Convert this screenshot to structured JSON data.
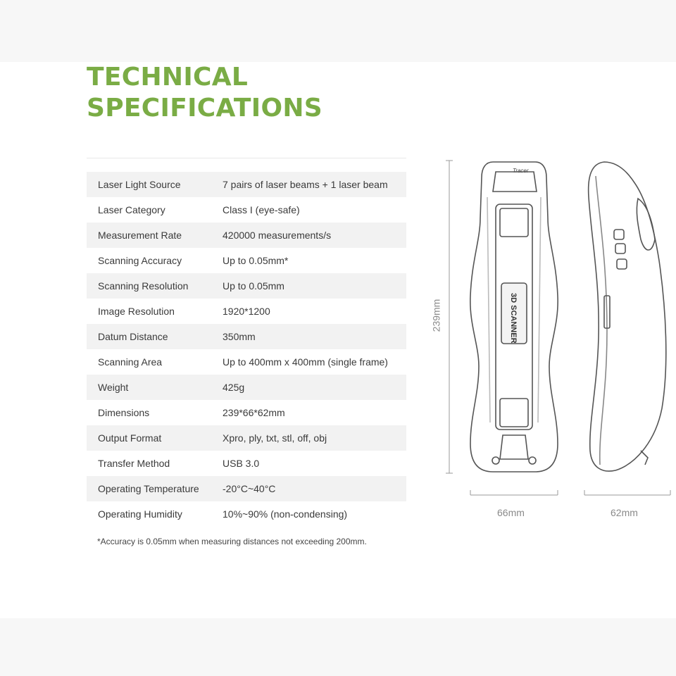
{
  "title": {
    "line1": "TECHNICAL",
    "line2": "SPECIFICATIONS"
  },
  "specs": [
    {
      "label": "Laser Light Source",
      "value": "7 pairs of laser beams + 1 laser beam"
    },
    {
      "label": "Laser Category",
      "value": "Class I (eye-safe)"
    },
    {
      "label": "Measurement Rate",
      "value": "420000 measurements/s"
    },
    {
      "label": "Scanning Accuracy",
      "value": "Up to 0.05mm*"
    },
    {
      "label": "Scanning Resolution",
      "value": "Up to 0.05mm"
    },
    {
      "label": "Image Resolution",
      "value": "1920*1200"
    },
    {
      "label": "Datum Distance",
      "value": "350mm"
    },
    {
      "label": "Scanning Area",
      "value": "Up to 400mm x 400mm (single frame)"
    },
    {
      "label": "Weight",
      "value": "425g"
    },
    {
      "label": "Dimensions",
      "value": "239*66*62mm"
    },
    {
      "label": "Output Format",
      "value": "Xpro, ply, txt, stl, off, obj"
    },
    {
      "label": "Transfer Method",
      "value": "USB 3.0"
    },
    {
      "label": "Operating Temperature",
      "value": "-20°C~40°C"
    },
    {
      "label": "Operating Humidity",
      "value": "10%~90% (non-condensing)"
    }
  ],
  "footnote": "*Accuracy is 0.05mm when measuring distances not exceeding 200mm.",
  "drawing": {
    "height_label": "239mm",
    "width_label": "66mm",
    "depth_label": "62mm",
    "device_text": "3D SCANNER"
  }
}
